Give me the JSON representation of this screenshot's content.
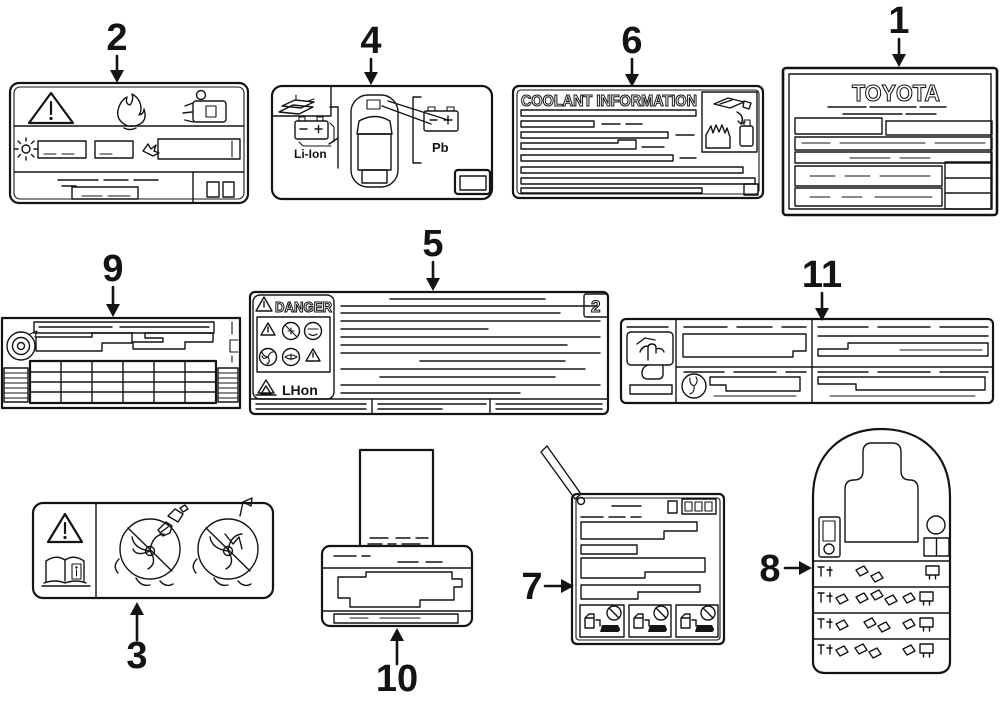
{
  "colors": {
    "background": "#ffffff",
    "line": "#141414"
  },
  "callouts": {
    "n1": "1",
    "n2": "2",
    "n3": "3",
    "n4": "4",
    "n5": "5",
    "n6": "6",
    "n7": "7",
    "n8": "8",
    "n9": "9",
    "n10": "10",
    "n11": "11"
  },
  "texts": {
    "toyota": "TOYOTA",
    "coolant_title": "COOLANT INFORMATION",
    "danger": "DANGER",
    "danger_battery": "LHon",
    "danger_corner": "2",
    "battery_left": "Li-Ion",
    "battery_right": "Pb"
  }
}
